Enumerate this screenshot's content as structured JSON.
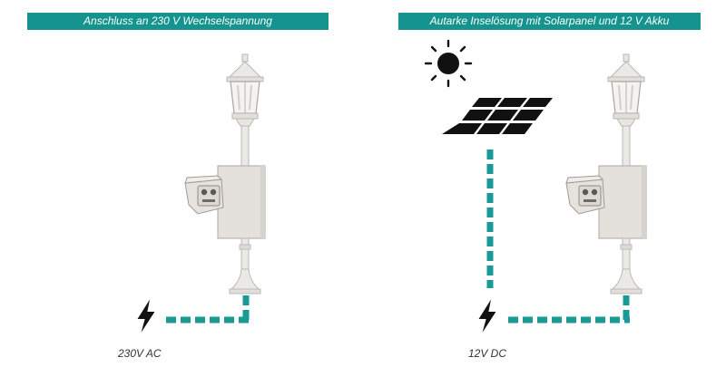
{
  "panels": [
    {
      "title": "Anschluss an 230 V Wechselspannung",
      "caption": "230V AC"
    },
    {
      "title": "Autarke Inselösung mit Solarpanel und 12 V Akku",
      "caption": "12V DC"
    }
  ],
  "colors": {
    "banner": "#15938e",
    "cable": "#1a9a95",
    "device": "#e4e1dd",
    "icons": "#111111"
  },
  "icons": [
    "lightning-icon",
    "sun-icon",
    "solar-panel-icon"
  ]
}
